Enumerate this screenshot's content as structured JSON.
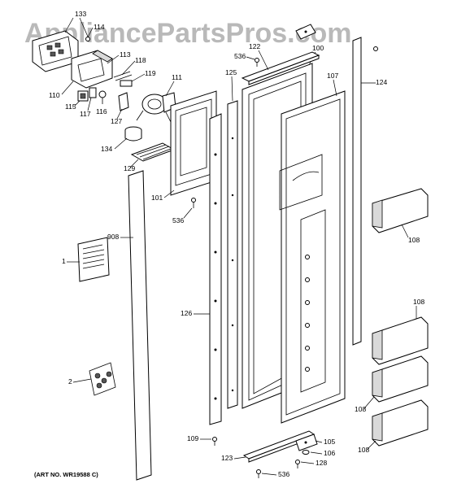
{
  "watermark": "AppliancePartsPros.com",
  "art_no": "(ART NO. WR19588 C)",
  "callouts": {
    "c133": "133",
    "c114": "114",
    "c113": "113",
    "c118": "118",
    "c119": "119",
    "c110": "110",
    "c115": "115",
    "c117": "117",
    "c116": "116",
    "c127": "127",
    "c111": "111",
    "c134": "134",
    "c129": "129",
    "c125": "125",
    "c122": "122",
    "c536a": "536",
    "c100": "100",
    "c107": "107",
    "c124": "124",
    "c101": "101",
    "c536b": "536",
    "c108a": "108",
    "c908": "908",
    "c1": "1",
    "c126": "126",
    "c108b": "108",
    "c2": "2",
    "c108c": "108",
    "c108d": "108",
    "c109": "109",
    "c105": "105",
    "c106": "106",
    "c123": "123",
    "c128": "128",
    "c536c": "536"
  }
}
